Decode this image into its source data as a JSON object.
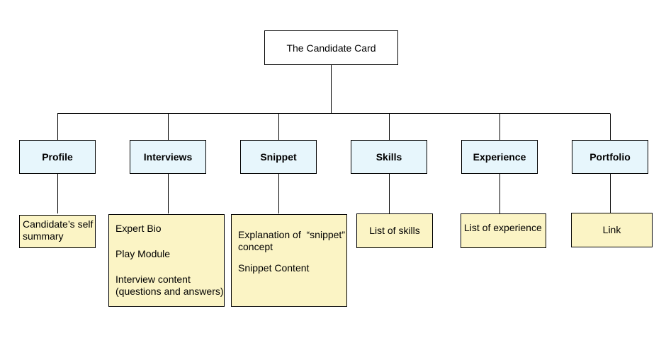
{
  "colors": {
    "category_fill": "#e7f6fc",
    "detail_fill": "#fbf4c5",
    "root_fill": "#ffffff",
    "line": "#000000"
  },
  "root": {
    "label": "The Candidate Card"
  },
  "categories": [
    {
      "label": "Profile"
    },
    {
      "label": "Interviews"
    },
    {
      "label": "Snippet"
    },
    {
      "label": "Skills"
    },
    {
      "label": "Experience"
    },
    {
      "label": "Portfolio"
    }
  ],
  "details": [
    {
      "lines": [
        "Candidate’s self",
        "summary"
      ]
    },
    {
      "paragraphs": [
        [
          "Expert Bio"
        ],
        [
          "Play Module"
        ],
        [
          "Interview content",
          "(questions and answers)"
        ]
      ]
    },
    {
      "paragraphs": [
        [
          "Explanation of  “snippet”",
          "concept"
        ],
        [
          "Snippet Content"
        ]
      ]
    },
    {
      "lines": [
        "List of skills"
      ]
    },
    {
      "lines": [
        "List of experience"
      ]
    },
    {
      "lines": [
        "Link"
      ]
    }
  ]
}
